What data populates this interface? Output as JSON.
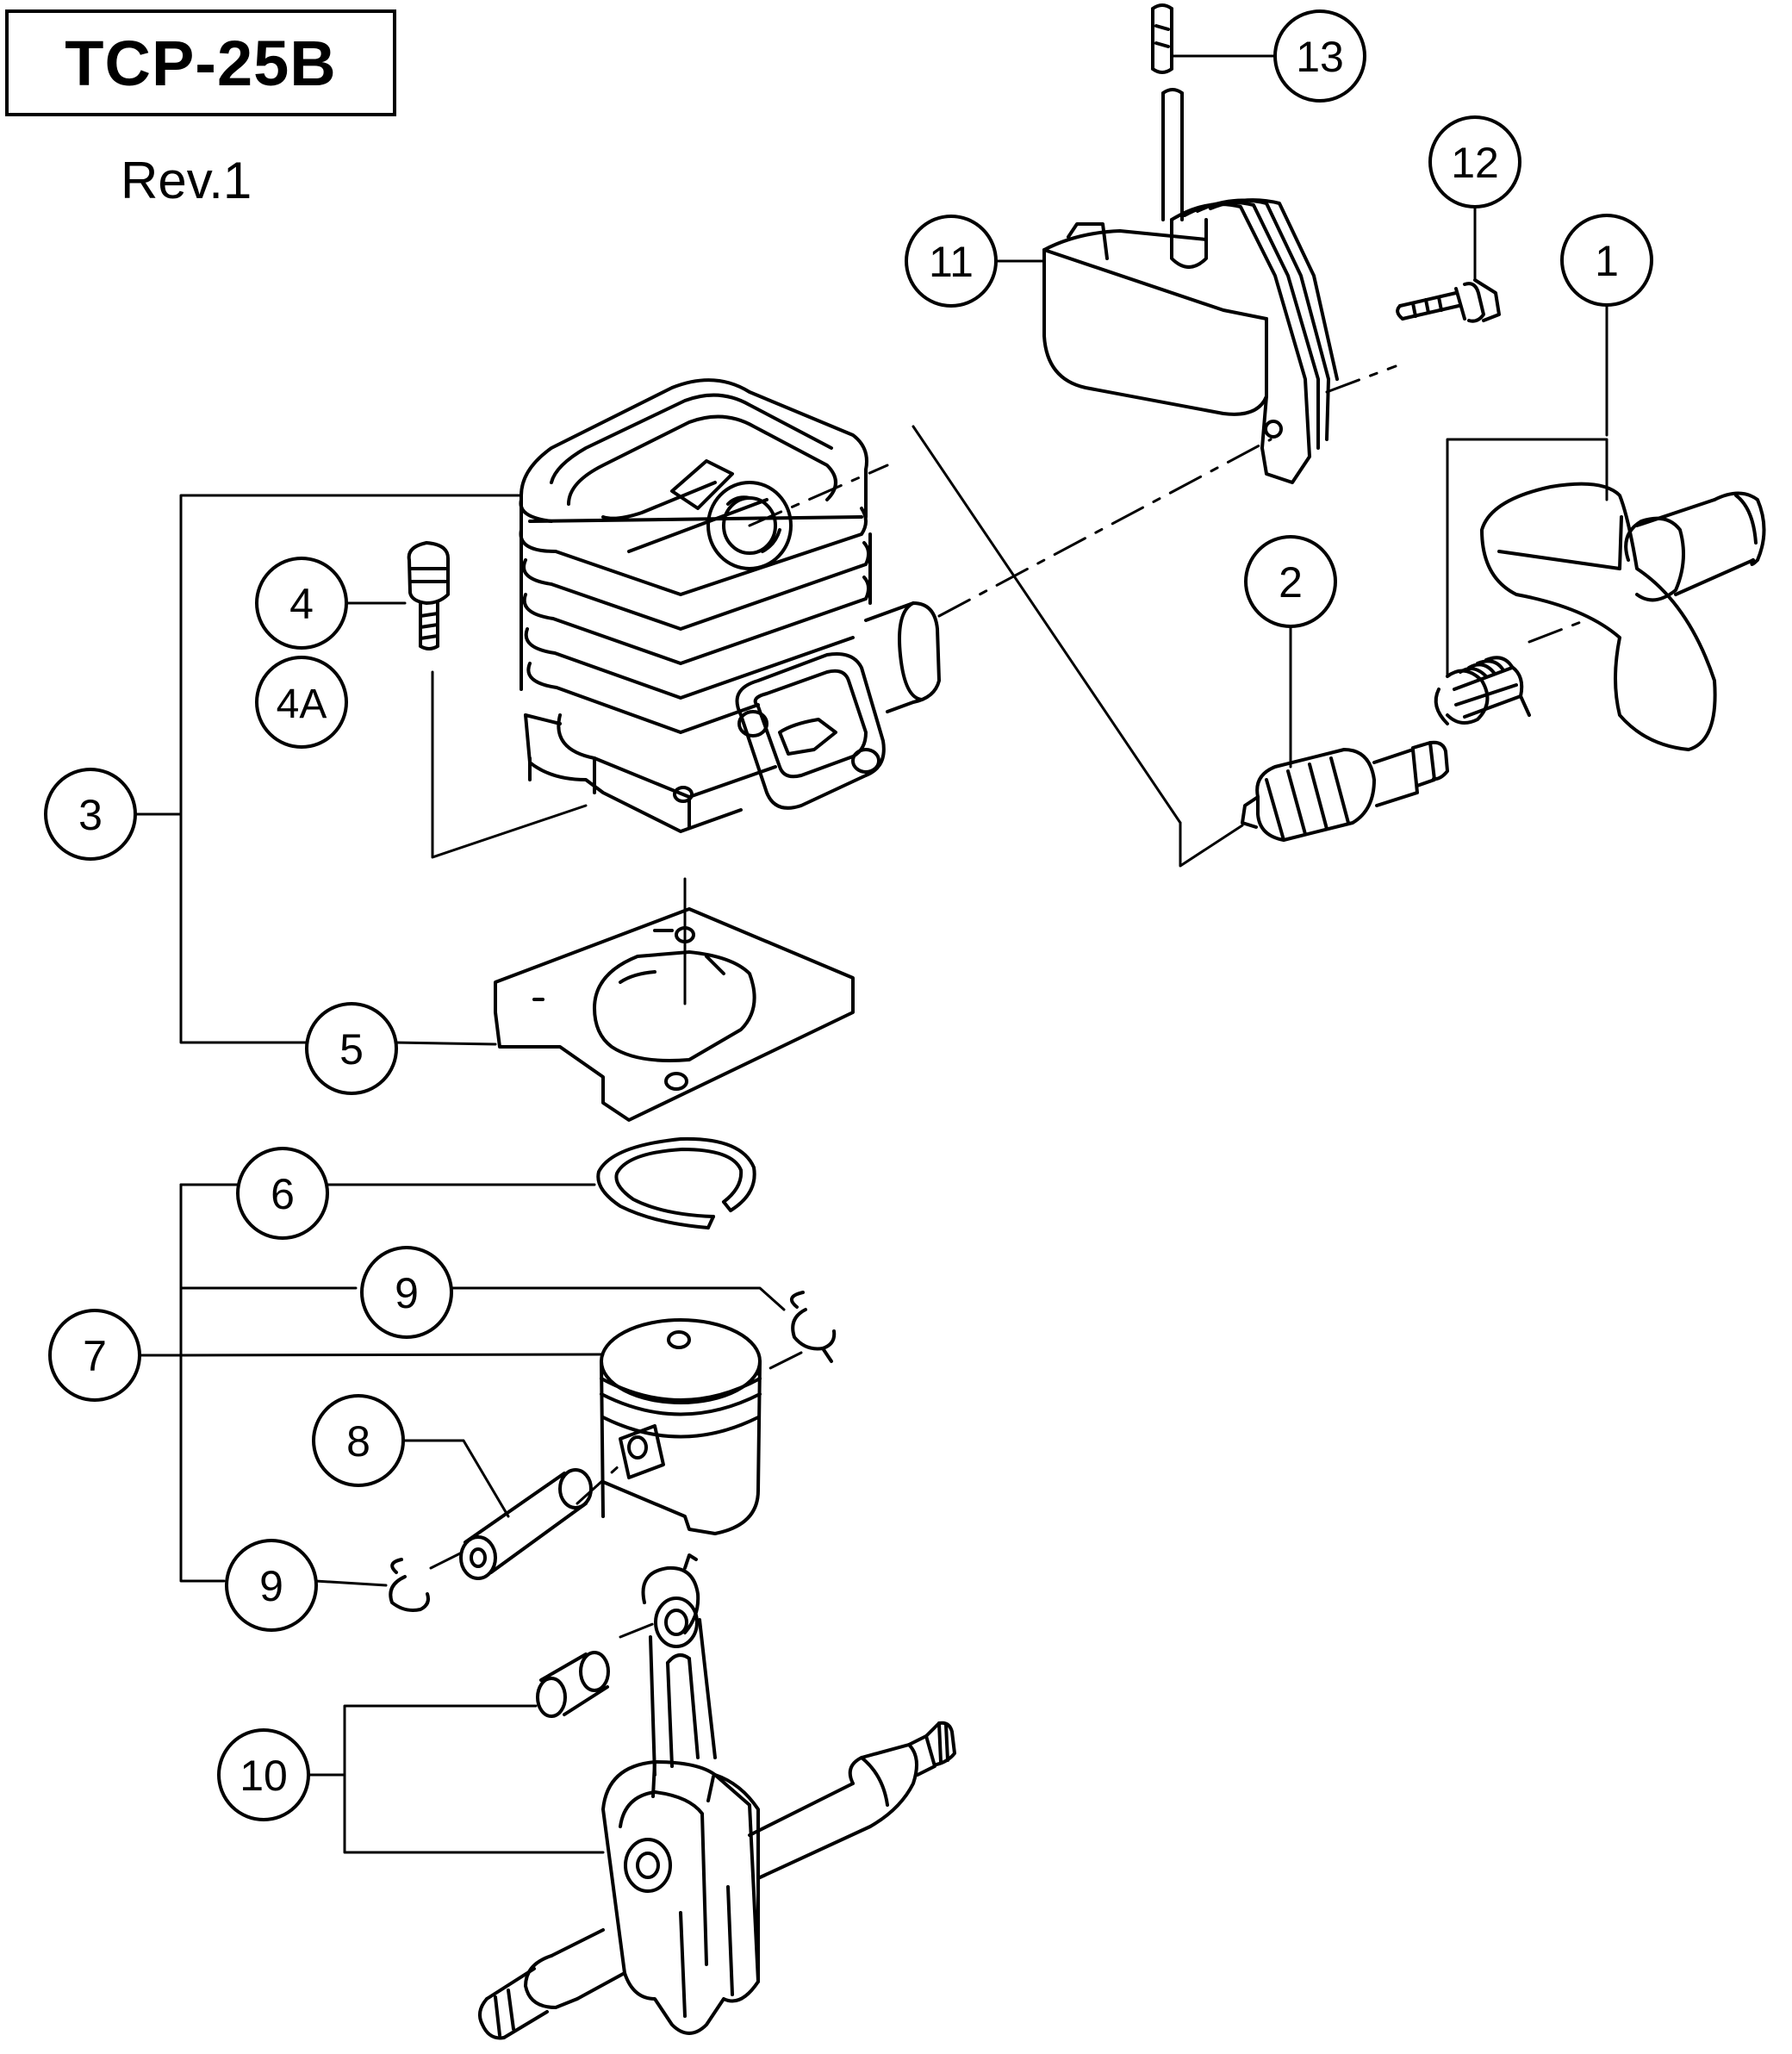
{
  "header": {
    "model": "TCP-25B",
    "revision": "Rev.1"
  },
  "callouts": [
    {
      "id": "c1",
      "label": "1"
    },
    {
      "id": "c2",
      "label": "2"
    },
    {
      "id": "c3",
      "label": "3"
    },
    {
      "id": "c4",
      "label": "4"
    },
    {
      "id": "c4a",
      "label": "4A"
    },
    {
      "id": "c5",
      "label": "5"
    },
    {
      "id": "c6",
      "label": "6"
    },
    {
      "id": "c7",
      "label": "7"
    },
    {
      "id": "c8",
      "label": "8"
    },
    {
      "id": "c9a",
      "label": "9"
    },
    {
      "id": "c9b",
      "label": "9"
    },
    {
      "id": "c10",
      "label": "10"
    },
    {
      "id": "c11",
      "label": "11"
    },
    {
      "id": "c12",
      "label": "12"
    },
    {
      "id": "c13",
      "label": "13"
    }
  ],
  "colors": {
    "ink": "#000000",
    "paper": "#ffffff"
  }
}
